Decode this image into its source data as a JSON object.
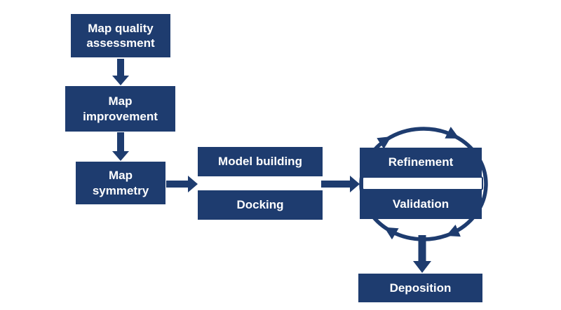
{
  "diagram": {
    "type": "flowchart",
    "description": "Workflow from map quality assessment to deposition with a refinement-validation cycle",
    "colors": {
      "node_fill": "#1e3c6f",
      "node_text": "#ffffff",
      "arrow": "#1e3c6f",
      "background": "#ffffff"
    },
    "nodes": [
      {
        "id": "map-quality-assessment",
        "label": "Map quality\nassessment"
      },
      {
        "id": "map-improvement",
        "label": "Map\nimprovement"
      },
      {
        "id": "map-symmetry",
        "label": "Map\nsymmetry"
      },
      {
        "id": "model-building",
        "label": "Model building"
      },
      {
        "id": "docking",
        "label": "Docking"
      },
      {
        "id": "refinement",
        "label": "Refinement"
      },
      {
        "id": "validation",
        "label": "Validation"
      },
      {
        "id": "deposition",
        "label": "Deposition"
      }
    ],
    "edges": [
      {
        "from": "map-quality-assessment",
        "to": "map-improvement",
        "style": "block-arrow",
        "direction": "down"
      },
      {
        "from": "map-improvement",
        "to": "map-symmetry",
        "style": "block-arrow",
        "direction": "down"
      },
      {
        "from": "map-symmetry",
        "to": "model-building / docking",
        "style": "block-arrow",
        "direction": "right"
      },
      {
        "from": "model-building / docking",
        "to": "refinement / validation",
        "style": "block-arrow",
        "direction": "right"
      },
      {
        "from": "refinement / validation",
        "to": "deposition",
        "style": "block-arrow",
        "direction": "down"
      },
      {
        "from": "refinement",
        "to": "validation",
        "style": "cycle",
        "direction": "clockwise"
      }
    ]
  }
}
